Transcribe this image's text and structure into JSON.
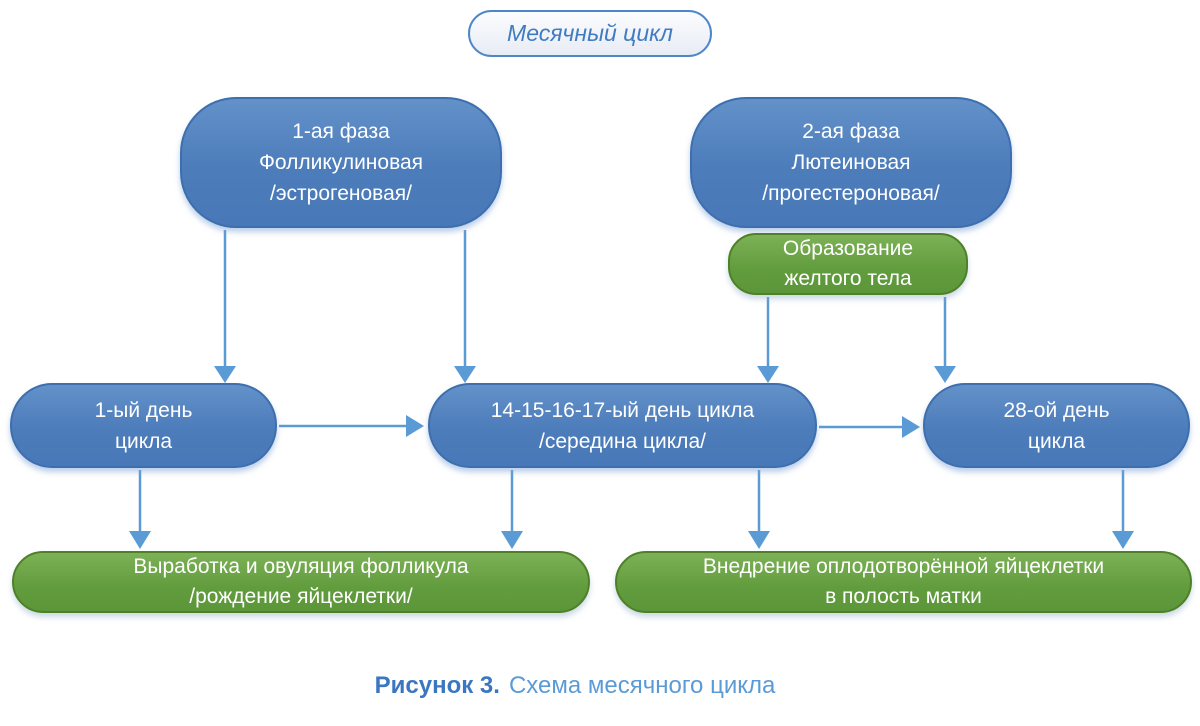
{
  "title": "Месячный цикл",
  "caption": {
    "number": "Рисунок 3.",
    "text": "Схема месячного цикла"
  },
  "colors": {
    "blue_fill": "#4c7cba",
    "blue_border": "#3d6fae",
    "green_fill": "#619c3d",
    "green_border": "#4e8127",
    "arrow": "#5b9bd5",
    "title_text": "#3f7cc1",
    "caption_bold": "#3b76c0",
    "caption_regular": "#5b9bd5",
    "node_text": "#ffffff"
  },
  "nodes": {
    "phase1": {
      "label": "1-ая фаза\nФолликулиновая\n/эстрогеновая/"
    },
    "phase2": {
      "label": "2-ая фаза\nЛютеиновая\n/прогестероновая/"
    },
    "corpus_luteum": {
      "label": "Образование\nжелтого тела"
    },
    "day1": {
      "label": "1-ый день\nцикла"
    },
    "day14": {
      "label": "14-15-16-17-ый день цикла\n/середина цикла/"
    },
    "day28": {
      "label": "28-ой день\nцикла"
    },
    "ovulation": {
      "label": "Выработка и овуляция фолликула\n/рождение яйцеклетки/"
    },
    "implantation": {
      "label": "Внедрение оплодотворённой яйцеклетки\nв полость матки"
    }
  },
  "edges": [
    {
      "from": "phase1",
      "to": "day1"
    },
    {
      "from": "phase1",
      "to": "day14"
    },
    {
      "from": "corpus_luteum",
      "to": "day14"
    },
    {
      "from": "corpus_luteum",
      "to": "day28"
    },
    {
      "from": "day1",
      "to": "day14"
    },
    {
      "from": "day14",
      "to": "day28"
    },
    {
      "from": "day1",
      "to": "ovulation"
    },
    {
      "from": "day14",
      "to": "ovulation"
    },
    {
      "from": "day14",
      "to": "implantation"
    },
    {
      "from": "day28",
      "to": "implantation"
    }
  ]
}
